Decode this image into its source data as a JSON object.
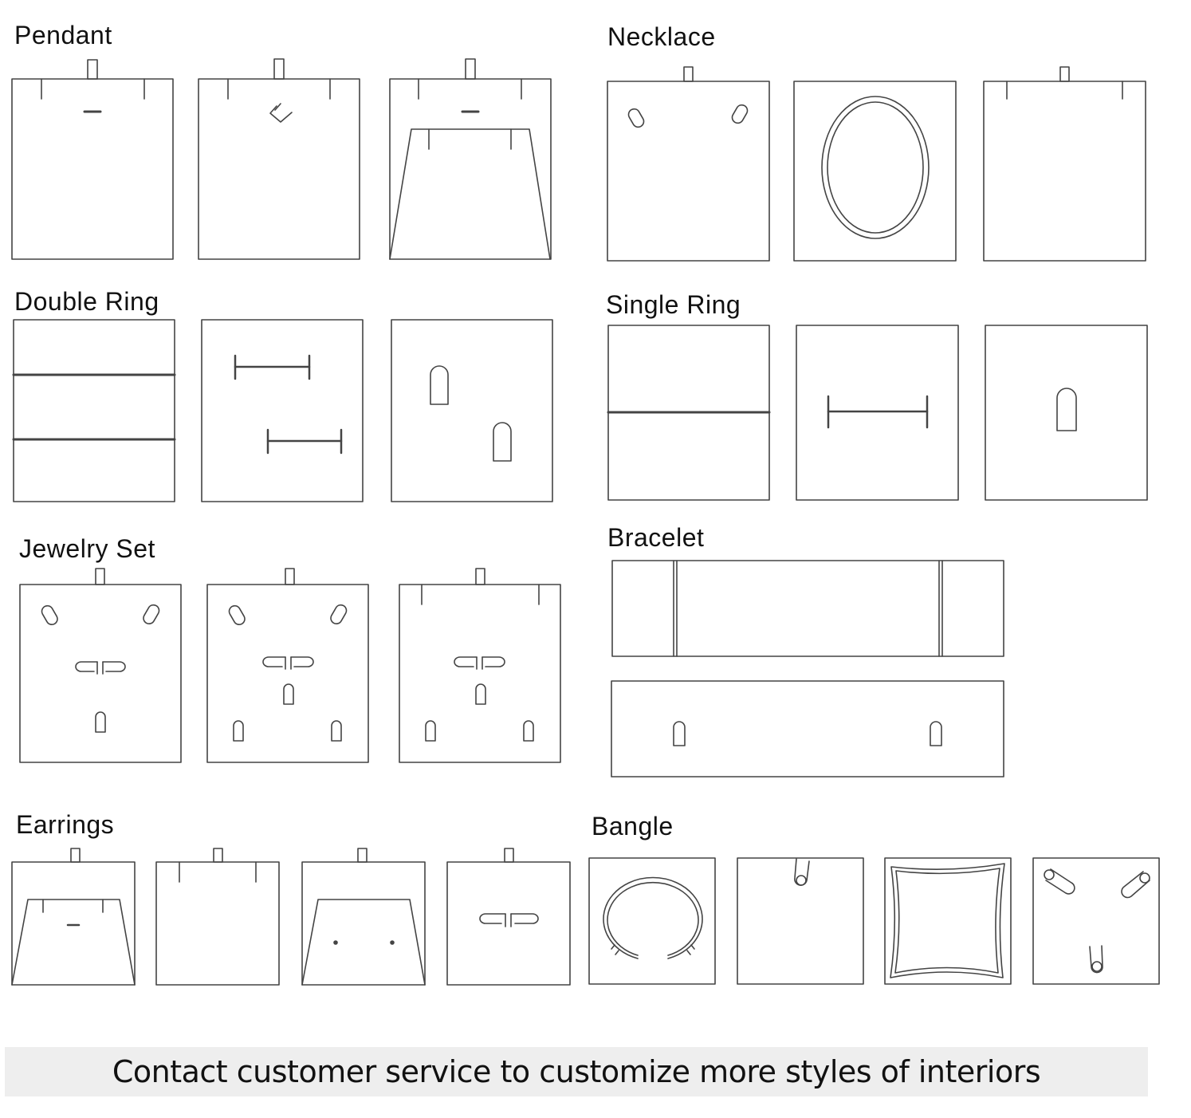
{
  "sections": {
    "pendant": "Pendant",
    "necklace": "Necklace",
    "double_ring": "Double Ring",
    "single_ring": "Single Ring",
    "jewelry_set": "Jewelry Set",
    "bracelet": "Bracelet",
    "earrings": "Earrings",
    "bangle": "Bangle"
  },
  "banner": {
    "text": "Contact customer service to customize more styles of interiors"
  },
  "colors": {
    "stroke": "#444444",
    "background": "#ffffff",
    "banner_bg": "#eeeeee"
  }
}
